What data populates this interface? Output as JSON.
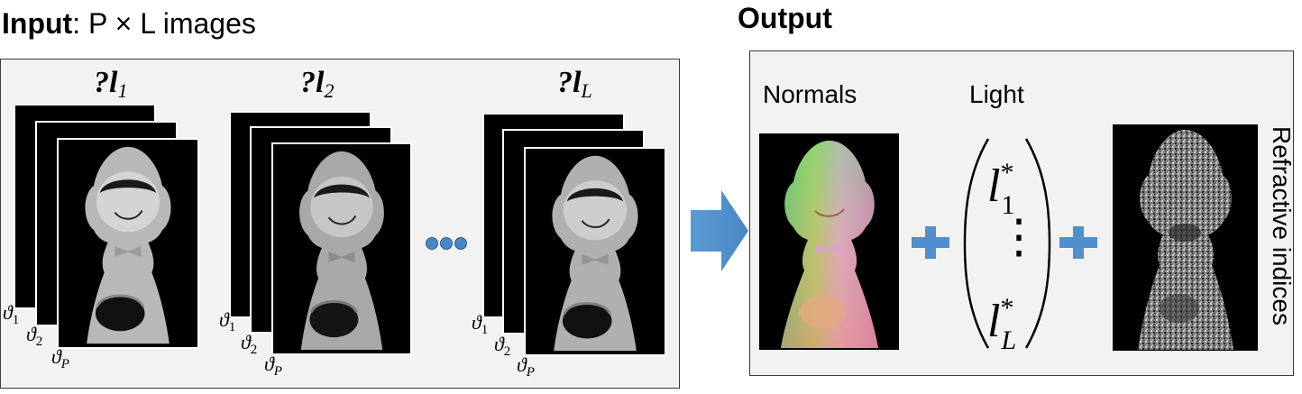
{
  "input": {
    "title_bold": "Input",
    "title_rest": ": P × L images",
    "light_labels": [
      "?",
      "?",
      "?"
    ],
    "groups": [
      {
        "light_base": "l",
        "light_sub": "1",
        "thetas": [
          {
            "base": "ϑ",
            "sub": "1"
          },
          {
            "base": "ϑ",
            "sub": "2"
          },
          {
            "base": "ϑ",
            "sub": "P"
          }
        ]
      },
      {
        "light_base": "l",
        "light_sub": "2",
        "thetas": [
          {
            "base": "ϑ",
            "sub": "1"
          },
          {
            "base": "ϑ",
            "sub": "2"
          },
          {
            "base": "ϑ",
            "sub": "P"
          }
        ]
      },
      {
        "light_base": "l",
        "light_sub": "L",
        "thetas": [
          {
            "base": "ϑ",
            "sub": "1"
          },
          {
            "base": "ϑ",
            "sub": "2"
          },
          {
            "base": "ϑ",
            "sub": "P"
          }
        ]
      }
    ]
  },
  "output": {
    "title": "Output",
    "normals_label": "Normals",
    "light_label": "Light",
    "refractive_label": "Refractive indices",
    "light_vector": {
      "top_base": "l",
      "top_sub": "1",
      "top_sup": "*",
      "middle": "⋮",
      "bottom_base": "l",
      "bottom_sub": "L",
      "bottom_sup": "*"
    }
  },
  "colors": {
    "accent_blue": "#4f8fcd",
    "panel_bg": "#f2f2f2",
    "panel_border": "#3a3a3a"
  },
  "icons": [
    "right-arrow-icon",
    "plus-icon",
    "ellipsis-dots-icon"
  ]
}
